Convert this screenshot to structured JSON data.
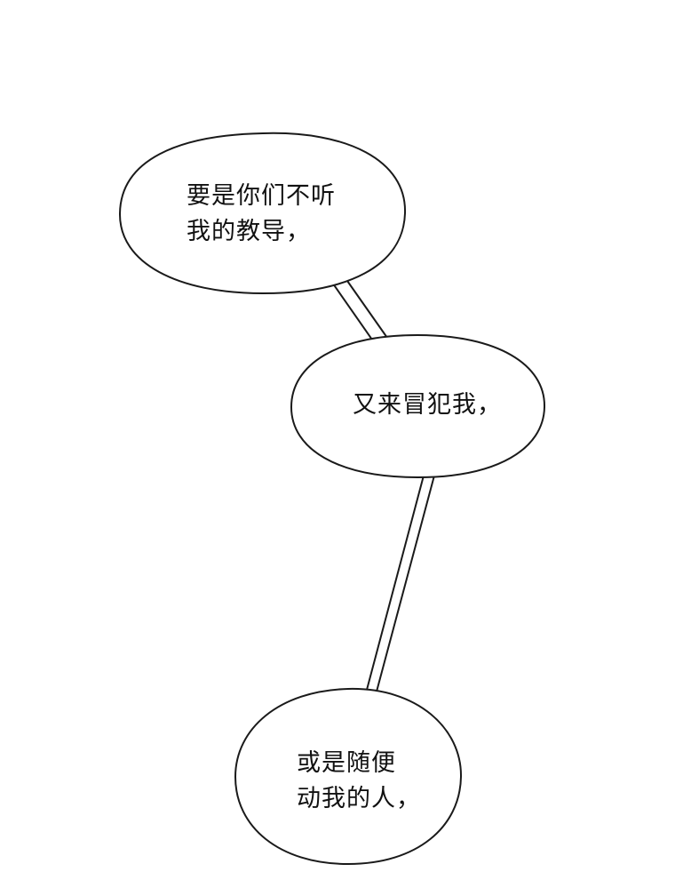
{
  "panel": {
    "background_color": "#ffffff",
    "line_color": "#1a1a1a",
    "bubbles": [
      {
        "lines": [
          "要是你们不听",
          "我的教导，"
        ]
      },
      {
        "lines": [
          "又来冒犯我，"
        ]
      },
      {
        "lines": [
          "或是随便",
          "动我的人，"
        ]
      }
    ]
  }
}
